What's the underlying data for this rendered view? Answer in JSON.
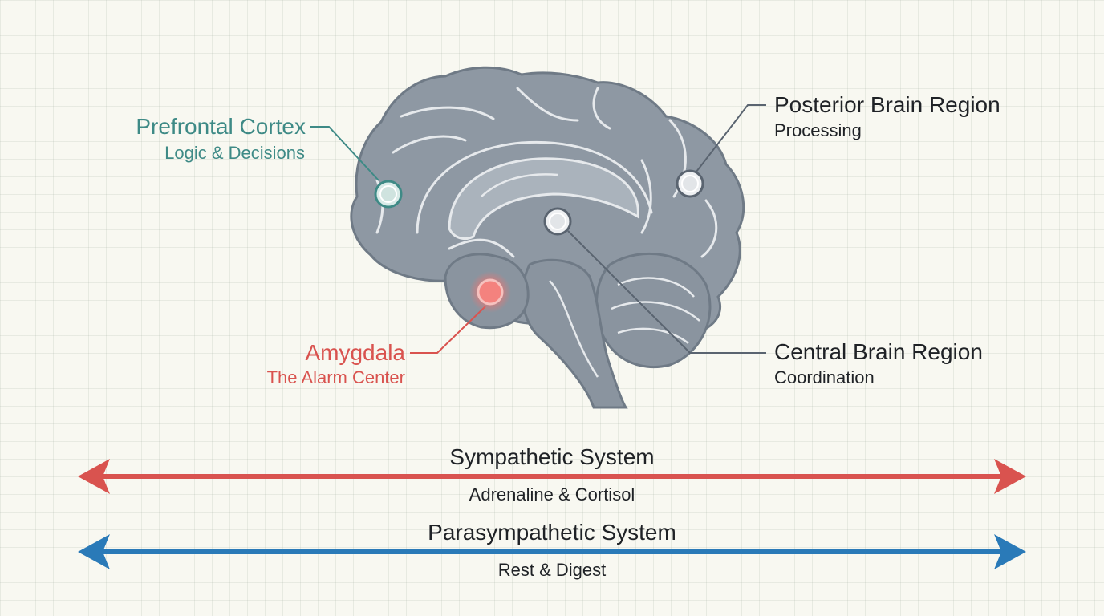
{
  "labels": {
    "prefrontal": {
      "title": "Prefrontal Cortex",
      "subtitle": "Logic & Decisions"
    },
    "amygdala": {
      "title": "Amygdala",
      "subtitle": "The Alarm Center"
    },
    "posterior": {
      "title": "Posterior Brain Region",
      "subtitle": "Processing"
    },
    "central": {
      "title": "Central Brain Region",
      "subtitle": "Coordination"
    }
  },
  "systems": {
    "sympathetic": {
      "title": "Sympathetic System",
      "subtitle": "Adrenaline & Cortisol"
    },
    "parasympathetic": {
      "title": "Parasympathetic System",
      "subtitle": "Rest & Digest"
    }
  },
  "colors": {
    "teal": "#3e8a86",
    "red": "#d9534f",
    "blue": "#2a7ab8",
    "brain": "#8e98a3",
    "brain_outline": "#6f7a86",
    "connector": "#5a6470"
  }
}
